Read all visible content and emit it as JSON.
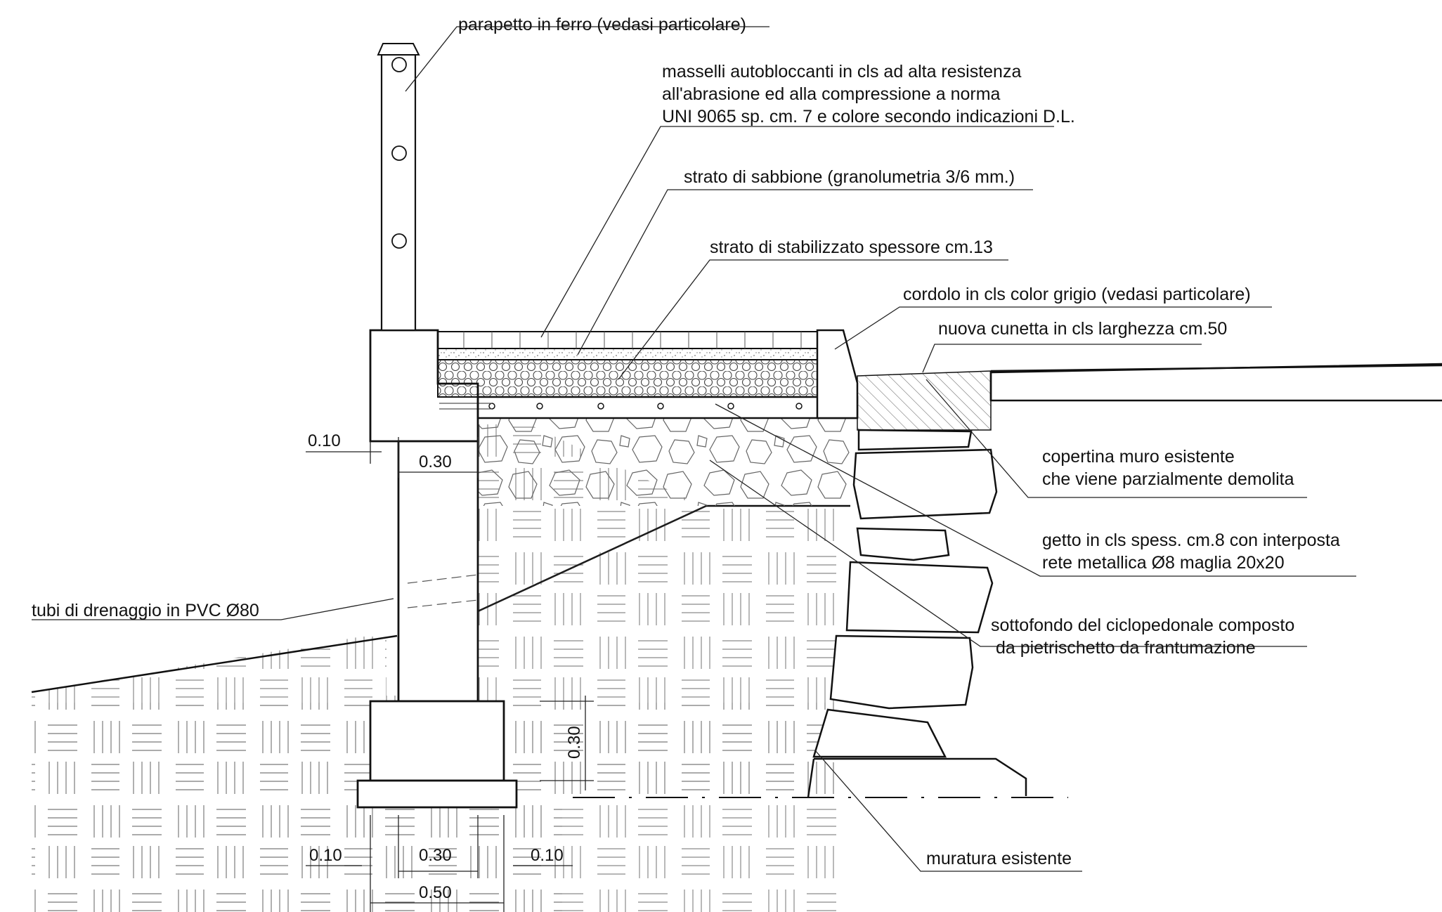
{
  "labels": {
    "parapetto": "parapetto in ferro (vedasi particolare)",
    "masselli_1": "masselli autobloccanti in cls ad alta resistenza",
    "masselli_2": "all'abrasione ed alla compressione a norma",
    "masselli_3": "UNI 9065  sp. cm. 7 e colore secondo indicazioni D.L.",
    "sabbione": "strato di sabbione (granolumetria 3/6 mm.)",
    "stabilizzato": "strato di stabilizzato spessore cm.13",
    "cordolo": "cordolo in cls color grigio (vedasi particolare)",
    "cunetta": "nuova cunetta in cls larghezza cm.50",
    "copertina_1": "copertina muro esistente",
    "copertina_2": "che viene parzialmente demolita",
    "getto_1": "getto in cls spess. cm.8 con interposta",
    "getto_2": "rete metallica Ø8 maglia 20x20",
    "tubi": "tubi di drenaggio in PVC Ø80",
    "sottofondo_1": "sottofondo del ciclopedonale composto",
    "sottofondo_2": " da pietrischetto da frantumazione",
    "muratura": "muratura esistente"
  },
  "dimensions": {
    "top_left": "0.10",
    "wall_width": "0.30",
    "footing_height": "0.30",
    "bottom_left": "0.10",
    "bottom_mid": "0.30",
    "bottom_right": "0.10",
    "bottom_total": "0.50"
  }
}
